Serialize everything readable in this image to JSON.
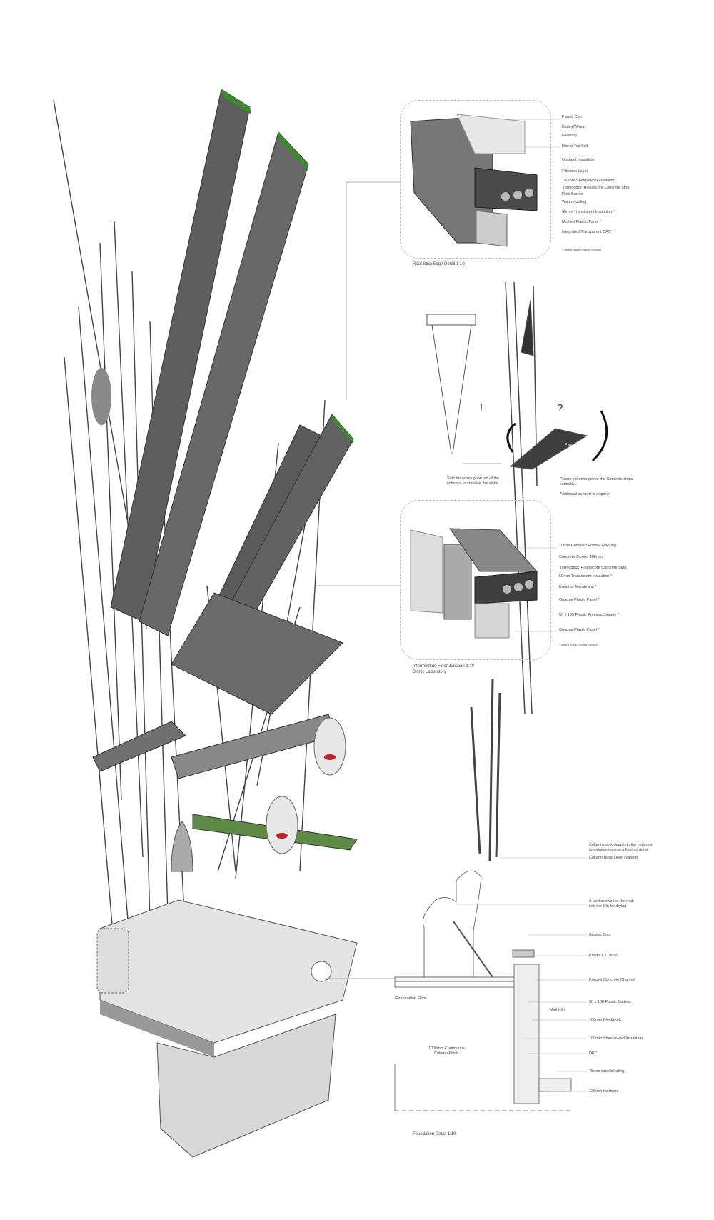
{
  "roof_detail": {
    "caption": "Roof Strip Edge Detail 1:10",
    "labels": [
      "Plastic Cap",
      "Barley/Wheat",
      "Flashing",
      "50mm Top Soil",
      "Upstand Insulation",
      "Filtration Layer",
      "150mm Sheepswool Insulation",
      "'Termodeck' Hollowcore Concrete Strip",
      "Root Barrier",
      "Waterproofing",
      "50mm Translucent Insulation *",
      "Mottled Plastic Panel *",
      "Integrated Transparent DPC *"
    ],
    "note": "* Varied Angle (Raked Surface)"
  },
  "pivot_diagram": {
    "exclaim": "!",
    "question": "?",
    "pivot_label": "Pivot",
    "left_text": [
      "Side branches grow out of the",
      "columns to stabilise the slabs"
    ],
    "right_text": [
      "Plastic columns pierce the Concrete strips",
      "centrally..."
    ],
    "right_text_2": "Additional support is required"
  },
  "floor_detail": {
    "caption": [
      "Intermediate Floor Junction 1:10",
      "Bionic Laboratory"
    ],
    "labels": [
      "10mm Rumpled Rubber Flooring",
      "Concrete Screed 100mm",
      "'Termodeck' Hollowcore Concrete Strip",
      "50mm Translucent Insulation *",
      "Breather Membrane *",
      "Opaque Plastic Panel *",
      "50 x 100 Plastic Framing System *",
      "Opaque Plastic Panel *"
    ],
    "note": "* Varied Angle (Raked Surface)"
  },
  "foundation_detail": {
    "caption": "Foundation Detail 1:10",
    "columns_note": [
      "Columns sink deep into the concrete",
      "foundation leaving a flushed detail"
    ],
    "column_base": "Column Base Level (Varied)",
    "worker_note": [
      "A worker sweeps the malt",
      "into the kiln for drying"
    ],
    "labels": [
      "Access Door",
      "Plastic Cil Detail",
      "Precast Concrete Channel",
      "50 x 100 Plastic Battens",
      "100mm Blockwork",
      "100mm Sheepswool Insulation",
      "DPC",
      "75mm sand blinding",
      "125mm hardcore"
    ],
    "malt_kiln": "Malt Kiln",
    "germination_floor": "Germination Floor",
    "plinth": [
      "1000mm Continuous",
      "Column Plinth"
    ]
  },
  "colors": {
    "slab": "#5e5e5e",
    "slab_dark": "#3e3e3e",
    "green": "#3c8a2e",
    "red": "#b5252a"
  }
}
